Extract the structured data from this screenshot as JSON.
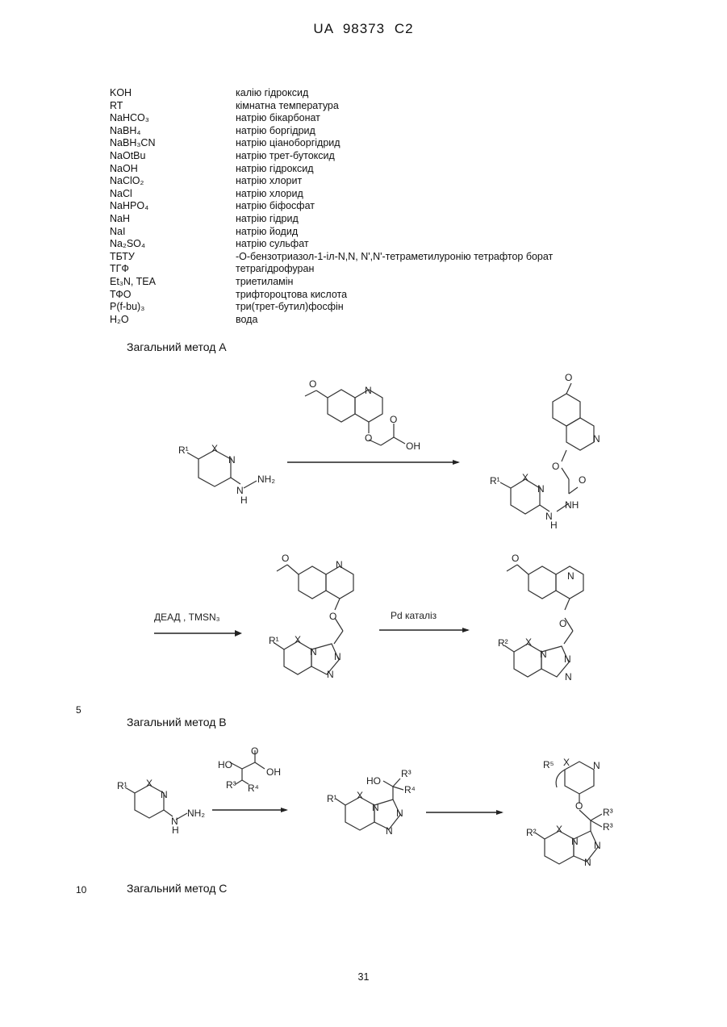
{
  "header": "UA   98373   C2",
  "abbreviations": [
    {
      "key": "KOH",
      "value": "калію гідроксид"
    },
    {
      "key": "RT",
      "value": "кімнатна температура"
    },
    {
      "key": "NaHCO₃",
      "value": "натрію бікарбонат"
    },
    {
      "key": "NaBH₄",
      "value": "натрію боргідрид"
    },
    {
      "key": "NaBH₃CN",
      "value": "натрію ціаноборгідрид"
    },
    {
      "key": "NaOtBu",
      "value": "натрію трет-бутоксид"
    },
    {
      "key": "NaOH",
      "value": "натрію гідроксид"
    },
    {
      "key": "NaClO₂",
      "value": "натрію хлорит"
    },
    {
      "key": "NaCl",
      "value": "натрію хлорид"
    },
    {
      "key": "NaHPO₄",
      "value": "натрію біфосфат"
    },
    {
      "key": "NaH",
      "value": "натрію гідрид"
    },
    {
      "key": "NaI",
      "value": "натрію йодид"
    },
    {
      "key": "Na₂SO₄",
      "value": "натрію сульфат"
    },
    {
      "key": "ТБТУ",
      "value": "-O-бензотриазол-1-іл-N,N, N',N'-тетраметилуронію тетрафтор борат"
    },
    {
      "key": "ТГФ",
      "value": "тетрагідрофуран"
    },
    {
      "key": "Et₃N, TEA",
      "value": "триетиламін"
    },
    {
      "key": "ТФО",
      "value": "трифтороцтова кислота"
    },
    {
      "key": "P(f-bu)₃",
      "value": "три(трет-бутил)фосфін"
    },
    {
      "key": "H₂O",
      "value": "вода"
    }
  ],
  "method_a": {
    "title": "Загальний метод А",
    "reagent_1": "ДЕАД , TMSN₃",
    "reagent_2": "Pd каталіз",
    "labels": {
      "r1": "R¹",
      "r2": "R²",
      "x": "X",
      "n": "N",
      "nh": "NH",
      "h": "H",
      "nh2": "NH₂",
      "oh": "OH",
      "o": "O",
      "ome": "O"
    }
  },
  "method_b": {
    "title": "Загальний метод В",
    "labels": {
      "r1": "R¹",
      "r2": "R²",
      "r3": "R³",
      "r4": "R⁴",
      "r5": "R⁵",
      "x": "X",
      "n": "N",
      "h": "H",
      "nh2": "NH₂",
      "ho": "HO",
      "oh": "OH",
      "o": "O"
    }
  },
  "method_c": {
    "title": "Загальний метод С"
  },
  "line_numbers": [
    "5",
    "10"
  ],
  "page_number": "31"
}
